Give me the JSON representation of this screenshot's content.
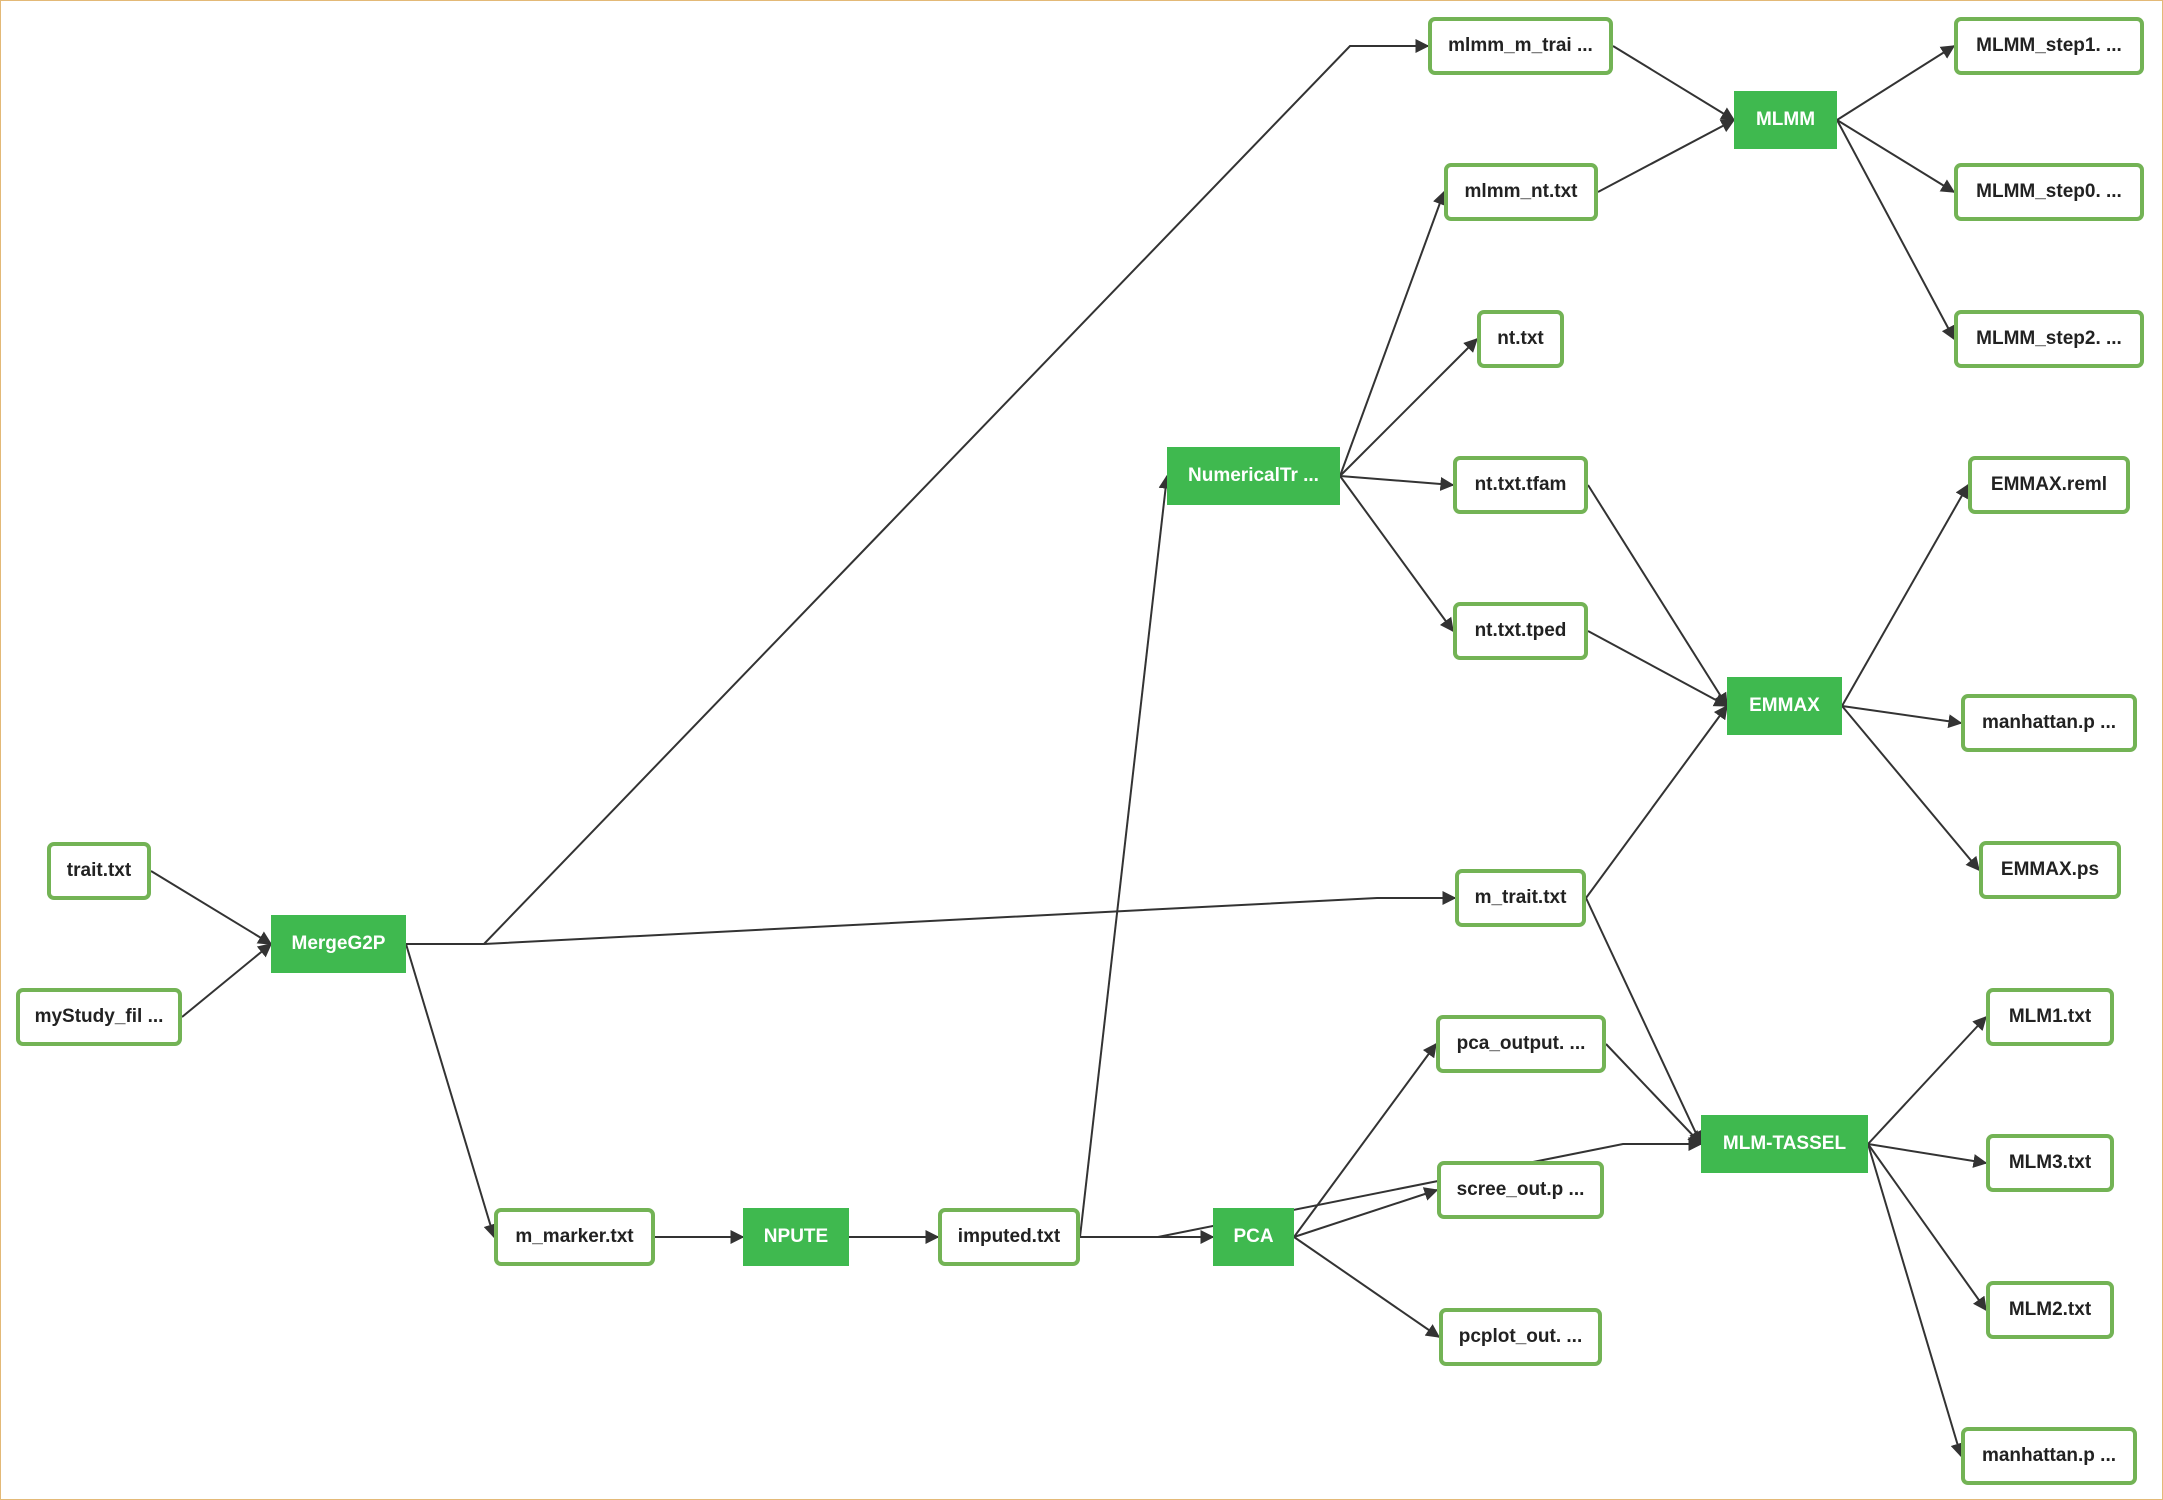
{
  "diagram": {
    "node_color": "#3fb94f",
    "file_border_color": "#73b355",
    "edge_color": "#333333",
    "frame_color": "#e3b977",
    "nodes": [
      {
        "id": "trait",
        "kind": "file",
        "label": "trait.txt"
      },
      {
        "id": "mystudy",
        "kind": "file",
        "label": "myStudy_fil ..."
      },
      {
        "id": "merge",
        "kind": "process",
        "label": "MergeG2P"
      },
      {
        "id": "mmarker",
        "kind": "file",
        "label": "m_marker.txt"
      },
      {
        "id": "npute",
        "kind": "process",
        "label": "NPUTE"
      },
      {
        "id": "imputed",
        "kind": "file",
        "label": "imputed.txt"
      },
      {
        "id": "pca",
        "kind": "process",
        "label": "PCA"
      },
      {
        "id": "numtr",
        "kind": "process",
        "label": "NumericalTr ..."
      },
      {
        "id": "mlmmtrait",
        "kind": "file",
        "label": "mlmm_m_trai ..."
      },
      {
        "id": "mlmmnt",
        "kind": "file",
        "label": "mlmm_nt.txt"
      },
      {
        "id": "nt",
        "kind": "file",
        "label": "nt.txt"
      },
      {
        "id": "tfam",
        "kind": "file",
        "label": "nt.txt.tfam"
      },
      {
        "id": "tped",
        "kind": "file",
        "label": "nt.txt.tped"
      },
      {
        "id": "mtrait",
        "kind": "file",
        "label": "m_trait.txt"
      },
      {
        "id": "pcaout",
        "kind": "file",
        "label": "pca_output. ..."
      },
      {
        "id": "scree",
        "kind": "file",
        "label": "scree_out.p ..."
      },
      {
        "id": "pcplot",
        "kind": "file",
        "label": "pcplot_out. ..."
      },
      {
        "id": "mlmm",
        "kind": "process",
        "label": "MLMM"
      },
      {
        "id": "emmax",
        "kind": "process",
        "label": "EMMAX"
      },
      {
        "id": "mlmtassel",
        "kind": "process",
        "label": "MLM-TASSEL"
      },
      {
        "id": "step1",
        "kind": "file",
        "label": "MLMM_step1. ..."
      },
      {
        "id": "step0",
        "kind": "file",
        "label": "MLMM_step0. ..."
      },
      {
        "id": "step2",
        "kind": "file",
        "label": "MLMM_step2. ..."
      },
      {
        "id": "reml",
        "kind": "file",
        "label": "EMMAX.reml"
      },
      {
        "id": "manh1",
        "kind": "file",
        "label": "manhattan.p ..."
      },
      {
        "id": "emmaxps",
        "kind": "file",
        "label": "EMMAX.ps"
      },
      {
        "id": "mlm1",
        "kind": "file",
        "label": "MLM1.txt"
      },
      {
        "id": "mlm3",
        "kind": "file",
        "label": "MLM3.txt"
      },
      {
        "id": "mlm2",
        "kind": "file",
        "label": "MLM2.txt"
      },
      {
        "id": "manh2",
        "kind": "file",
        "label": "manhattan.p ..."
      }
    ],
    "edges": [
      [
        "trait",
        "merge"
      ],
      [
        "mystudy",
        "merge"
      ],
      [
        "merge",
        "mlmmtrait"
      ],
      [
        "merge",
        "mtrait"
      ],
      [
        "merge",
        "mmarker"
      ],
      [
        "mmarker",
        "npute"
      ],
      [
        "npute",
        "imputed"
      ],
      [
        "imputed",
        "pca"
      ],
      [
        "imputed",
        "numtr"
      ],
      [
        "imputed",
        "mlmtassel"
      ],
      [
        "numtr",
        "mlmmnt"
      ],
      [
        "numtr",
        "nt"
      ],
      [
        "numtr",
        "tfam"
      ],
      [
        "numtr",
        "tped"
      ],
      [
        "pca",
        "pcaout"
      ],
      [
        "pca",
        "scree"
      ],
      [
        "pca",
        "pcplot"
      ],
      [
        "mlmmtrait",
        "mlmm"
      ],
      [
        "mlmmnt",
        "mlmm"
      ],
      [
        "mlmm",
        "step1"
      ],
      [
        "mlmm",
        "step0"
      ],
      [
        "mlmm",
        "step2"
      ],
      [
        "tfam",
        "emmax"
      ],
      [
        "tped",
        "emmax"
      ],
      [
        "mtrait",
        "emmax"
      ],
      [
        "mtrait",
        "mlmtassel"
      ],
      [
        "pcaout",
        "mlmtassel"
      ],
      [
        "emmax",
        "reml"
      ],
      [
        "emmax",
        "manh1"
      ],
      [
        "emmax",
        "emmaxps"
      ],
      [
        "mlmtassel",
        "mlm1"
      ],
      [
        "mlmtassel",
        "mlm3"
      ],
      [
        "mlmtassel",
        "mlm2"
      ],
      [
        "mlmtassel",
        "manh2"
      ]
    ]
  }
}
